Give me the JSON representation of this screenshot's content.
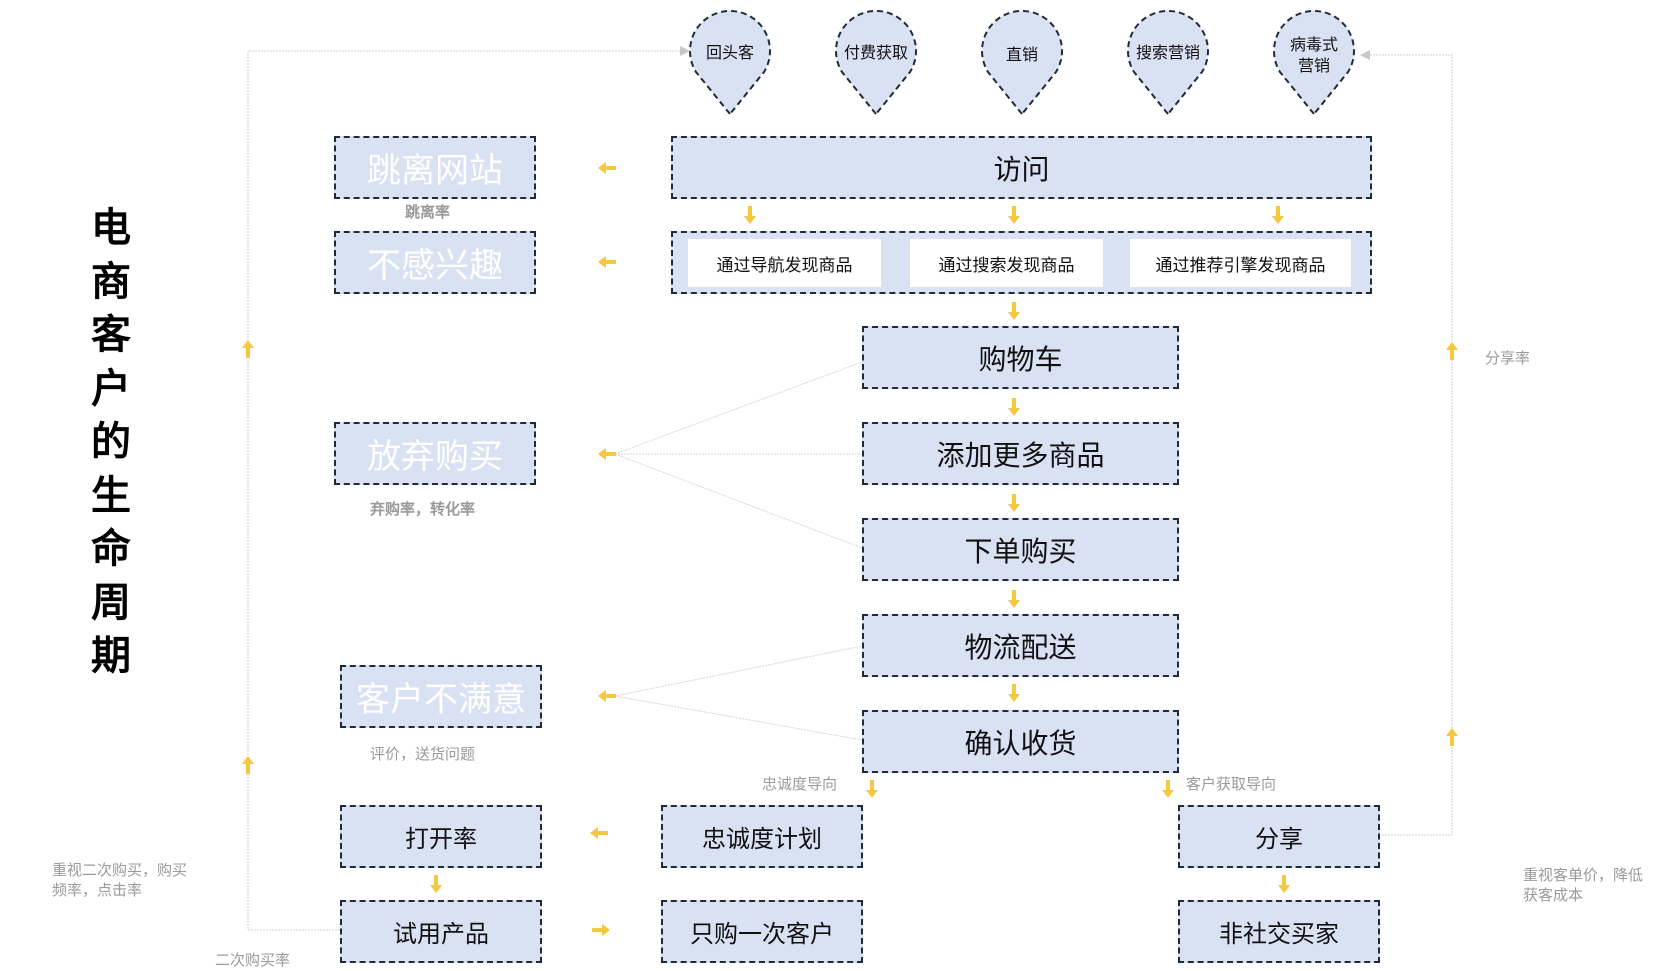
{
  "title": "电商客户的生命周期",
  "channels": [
    {
      "label": "回头客"
    },
    {
      "label": "付费获取"
    },
    {
      "label": "直销"
    },
    {
      "label": "搜索营销"
    },
    {
      "label": "病毒式营销"
    }
  ],
  "main_flow": {
    "visit": "访问",
    "discovery": [
      "通过导航发现商品",
      "通过搜索发现商品",
      "通过推荐引擎发现商品"
    ],
    "cart": "购物车",
    "add_more": "添加更多商品",
    "order": "下单购买",
    "shipping": "物流配送",
    "confirm": "确认收货"
  },
  "exits": {
    "bounce": {
      "label": "跳离网站",
      "metric": "跳离率"
    },
    "not_interested": {
      "label": "不感兴趣"
    },
    "abandon": {
      "label": "放弃购买",
      "metric": "弃购率，转化率"
    },
    "unsatisfied": {
      "label": "客户不满意",
      "metric": "评价，送货问题"
    }
  },
  "loyalty": {
    "heading": "忠诚度导向",
    "program": "忠诚度计划",
    "open_rate": "打开率",
    "trial": "试用产品",
    "one_time": "只购一次客户",
    "note": "重视二次购买，购买频率，点击率",
    "repurchase": "二次购买率"
  },
  "acquisition": {
    "heading": "客户获取导向",
    "share": "分享",
    "non_social": "非社交买家",
    "share_rate": "分享率",
    "note": "重视客单价，降低获客成本"
  },
  "colors": {
    "box_fill": "#d9e2f3",
    "border": "#1f2a3a",
    "arrow": "#f5c842",
    "connector": "#c8c8c8",
    "note": "#9a9a9a"
  }
}
